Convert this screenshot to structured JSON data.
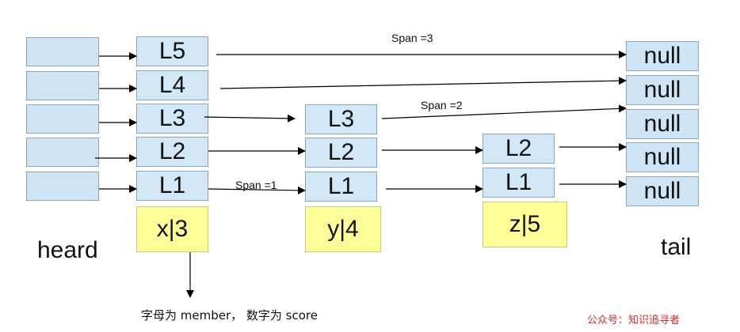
{
  "header_label": "heard",
  "tail_label": "tail",
  "levels": [
    "L5",
    "L4",
    "L3",
    "L2",
    "L1"
  ],
  "nodes": {
    "x": {
      "levels": [
        "L5",
        "L4",
        "L3",
        "L2",
        "L1"
      ],
      "score_label": "x|3"
    },
    "y": {
      "levels": [
        "L3",
        "L2",
        "L1"
      ],
      "score_label": "y|4"
    },
    "z": {
      "levels": [
        "L2",
        "L1"
      ],
      "score_label": "z|5"
    }
  },
  "null_label": "null",
  "span_labels": {
    "span3": "Span =3",
    "span2": "Span =2",
    "span1": "Span =1"
  },
  "note": "字母为 member， 数字为 score",
  "watermark": "公众号：知识追寻者",
  "colors": {
    "level_box": "#d3e8f6",
    "score_box": "#ffff99",
    "watermark": "#d62b2b"
  }
}
